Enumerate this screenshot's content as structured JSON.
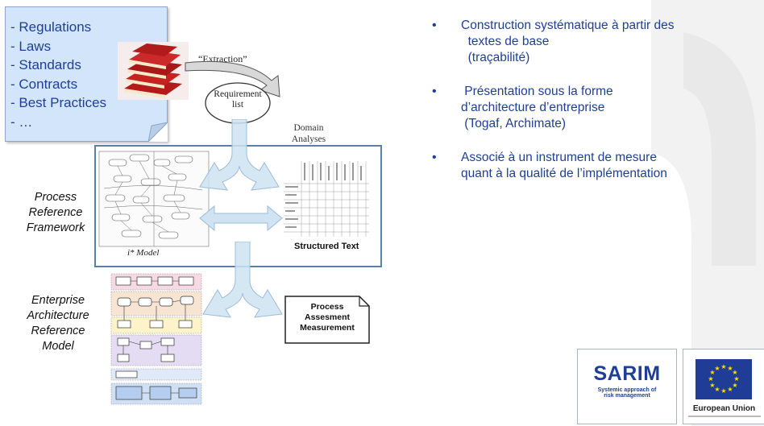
{
  "note_items": [
    "- Regulations",
    "- Laws",
    "- Standards",
    "- Contracts",
    "- Best Practices",
    "- …"
  ],
  "diagram": {
    "extraction_label": "“Extraction”",
    "requirement_list": [
      "Requirement",
      "list"
    ],
    "domain_analyses": [
      "Domain",
      "Analyses"
    ],
    "process_reference_framework": [
      "Process",
      "Reference",
      "Framework"
    ],
    "i_star_model": "i* Model",
    "structured_text": "Structured Text",
    "enterprise_architecture_reference_model": [
      "Enterprise",
      "Architecture",
      "Reference",
      "Model"
    ],
    "process_assessment_measurement": [
      "Process",
      "Assesment",
      "Measurement"
    ]
  },
  "bullets": [
    {
      "lines": [
        "Construction systématique à partir des",
        "  textes de base",
        "  (traçabilité)"
      ]
    },
    {
      "lines": [
        " Présentation sous la forme",
        "d’architecture d’entreprise",
        " (Togaf, Archimate)"
      ]
    },
    {
      "lines": [
        "Associé à un instrument de mesure",
        "quant à la qualité de l’implémentation"
      ]
    }
  ],
  "logos": {
    "sarim_title": "SARIM",
    "sarim_sub1": "Systemic approach of",
    "sarim_sub2": "risk management",
    "eu_label": "European Union"
  },
  "colors": {
    "text_blue": "#1e3f95",
    "note_bg": "#d3e5fb",
    "arrow_fill": "#cfe3f2",
    "frame_border": "#5b7fa6"
  }
}
